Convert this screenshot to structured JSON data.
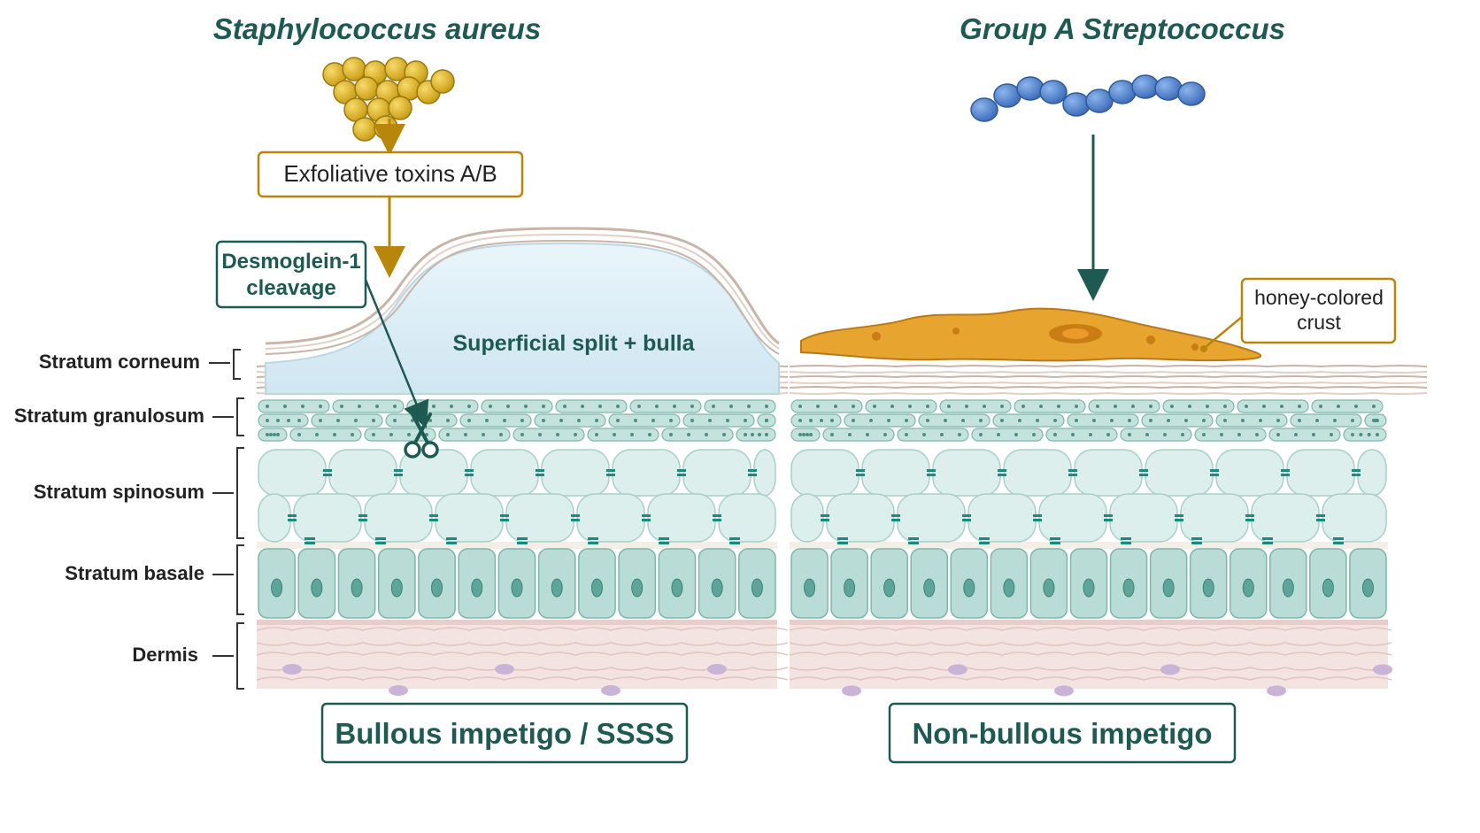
{
  "left": {
    "organism": "Staphylococcus aureus",
    "toxin_box": "Exfoliative toxins A/B",
    "callout_line1": "Desmoglein-1",
    "callout_line2": "cleavage",
    "bulla_label": "Superficial split + bulla",
    "condition": "Bullous impetigo / SSSS"
  },
  "right": {
    "organism": "Group A Streptococcus",
    "crust_line1": "honey-colored",
    "crust_line2": "crust",
    "condition": "Non-bullous impetigo"
  },
  "layers": [
    "Stratum corneum",
    "Stratum granulosum",
    "Stratum spinosum",
    "Stratum basale",
    "Dermis"
  ],
  "colors": {
    "teal_text": "#1e5a52",
    "gold": "#b8860b",
    "staph_cocci": "#e0b020",
    "strep_cocci": "#4a7cc8",
    "crust": "#e7a530",
    "basal_cells": "#b9ddd6",
    "spinous_cells": "#dcefec",
    "granular_cells": "#c5e3dd",
    "dermis": "#f3e3e1",
    "desmosome": "#1a8a82"
  },
  "icons": [
    "scissors-icon"
  ]
}
